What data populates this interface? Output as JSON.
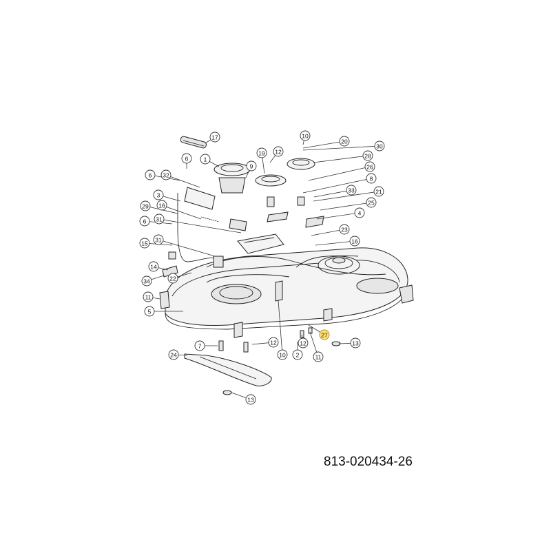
{
  "diagram_code": "813-020434-26",
  "highlight_color": "#ffe27a",
  "callouts": [
    {
      "label": "17"
    },
    {
      "label": "10"
    },
    {
      "label": "20"
    },
    {
      "label": "30"
    },
    {
      "label": "6"
    },
    {
      "label": "1"
    },
    {
      "label": "19"
    },
    {
      "label": "12"
    },
    {
      "label": "9"
    },
    {
      "label": "28"
    },
    {
      "label": "26"
    },
    {
      "label": "6"
    },
    {
      "label": "32"
    },
    {
      "label": "8"
    },
    {
      "label": "3"
    },
    {
      "label": "33"
    },
    {
      "label": "21"
    },
    {
      "label": "29"
    },
    {
      "label": "16"
    },
    {
      "label": "4"
    },
    {
      "label": "25"
    },
    {
      "label": "6"
    },
    {
      "label": "31"
    },
    {
      "label": "23"
    },
    {
      "label": "15"
    },
    {
      "label": "31"
    },
    {
      "label": "16"
    },
    {
      "label": "14"
    },
    {
      "label": "34"
    },
    {
      "label": "22"
    },
    {
      "label": "11"
    },
    {
      "label": "5"
    },
    {
      "label": "27"
    },
    {
      "label": "12"
    },
    {
      "label": "12"
    },
    {
      "label": "13"
    },
    {
      "label": "7"
    },
    {
      "label": "11"
    },
    {
      "label": "10"
    },
    {
      "label": "2"
    },
    {
      "label": "24"
    },
    {
      "label": "13"
    }
  ]
}
